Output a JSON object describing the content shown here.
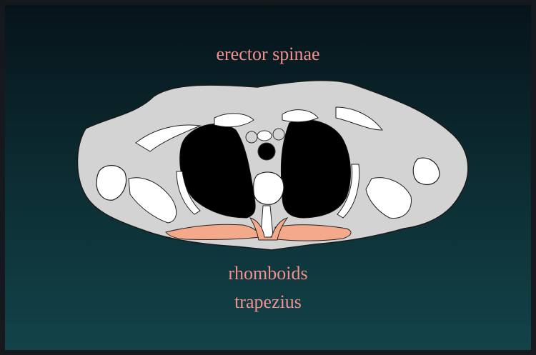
{
  "diagram": {
    "title": "erector spinae",
    "labels": [
      "rhomboids",
      "trapezius"
    ]
  },
  "colors": {
    "background_top": "#06141a",
    "background_bottom": "#124349",
    "text": "#f28f8f",
    "tissue": "#d3d3d3",
    "lung": "#000000",
    "bone": "#ffffff",
    "muscle_highlight": "#f4a98a"
  }
}
